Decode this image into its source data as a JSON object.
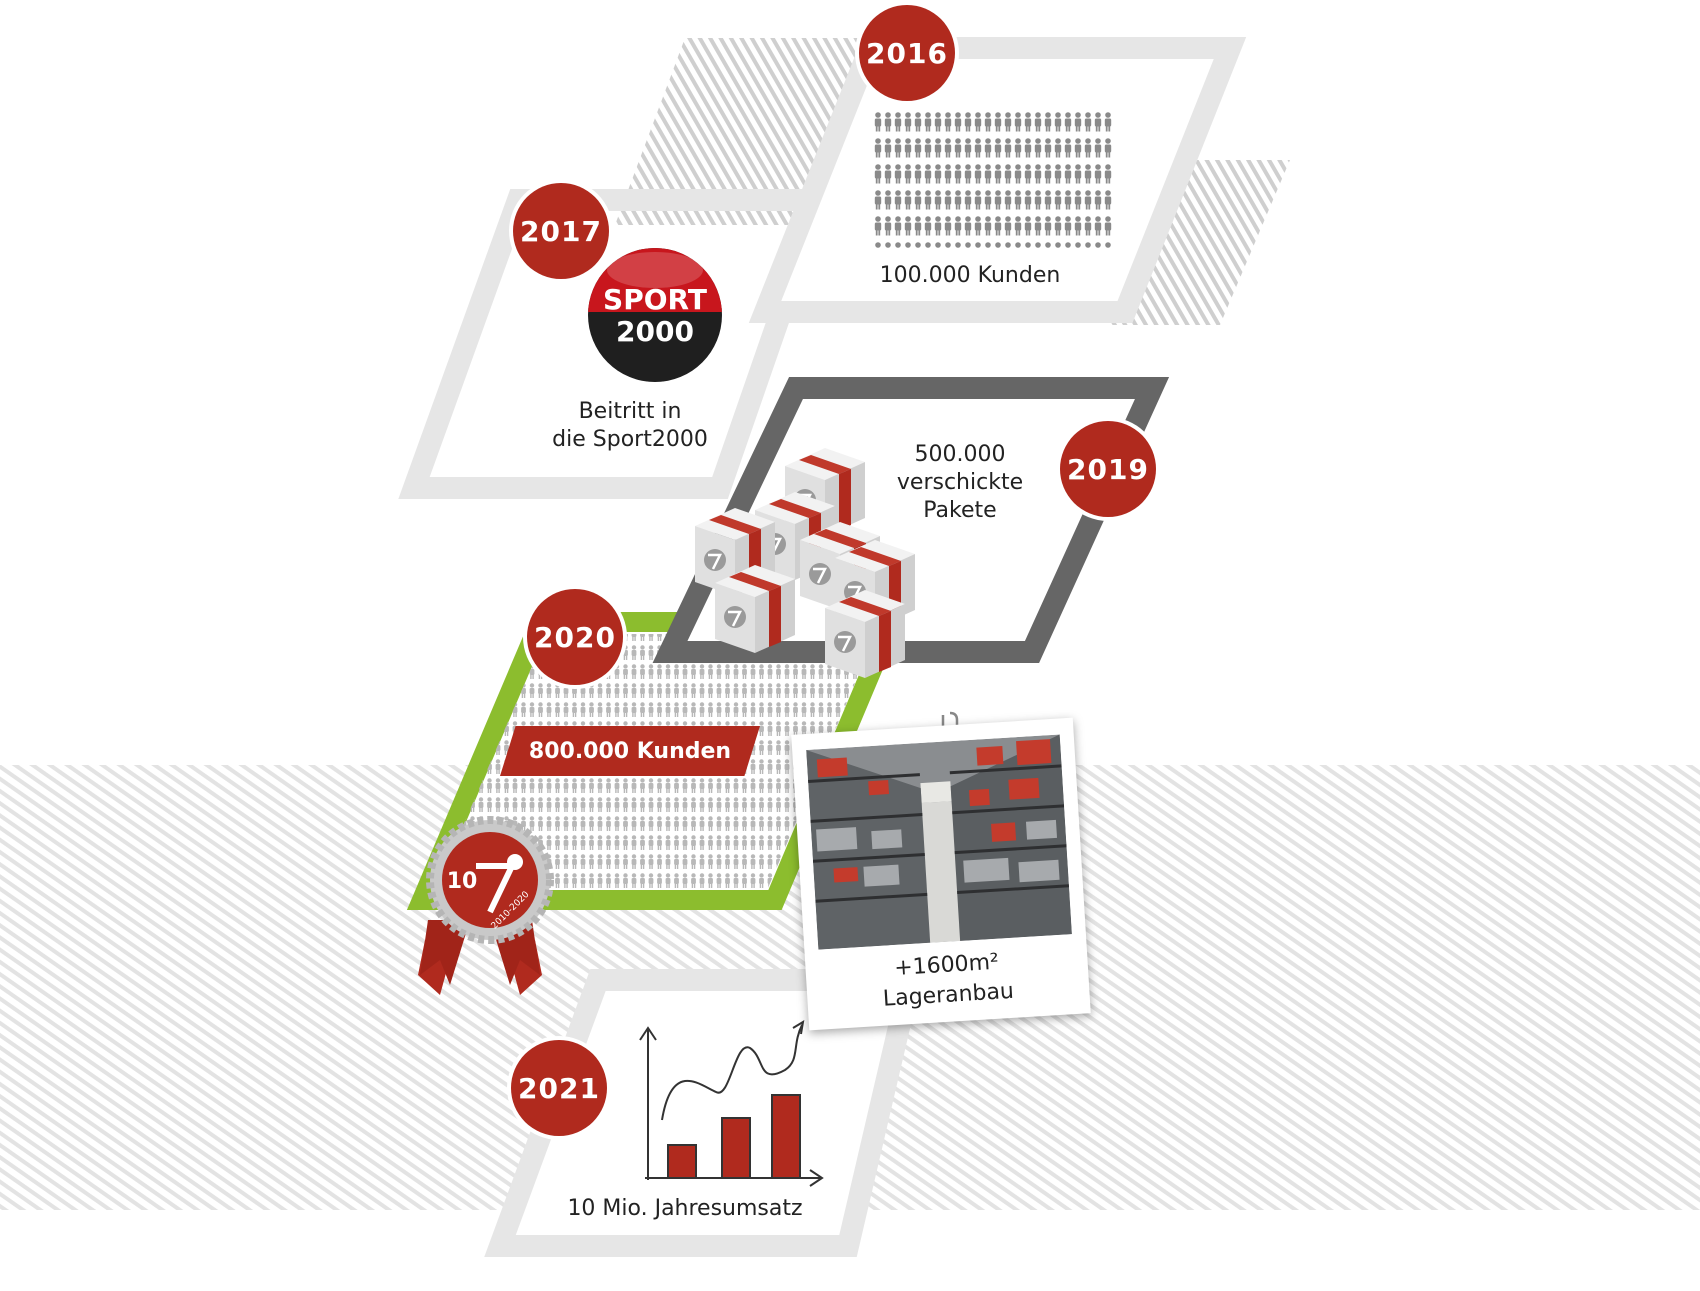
{
  "milestones": {
    "m2016": {
      "year": "2016",
      "text": "100.000 Kunden"
    },
    "m2017": {
      "year": "2017",
      "line1": "Beitritt in",
      "line2": "die Sport2000"
    },
    "m2019": {
      "year": "2019",
      "line1": "500.000",
      "line2": "verschickte",
      "line3": "Pakete"
    },
    "m2020": {
      "year": "2020",
      "banner": "800.000 Kunden"
    },
    "warehouse": {
      "line1": "+1600m²",
      "line2": "Lageranbau"
    },
    "m2021": {
      "year": "2021",
      "text": "10 Mio. Jahresumsatz"
    }
  },
  "logo": {
    "line1": "SPORT",
    "line2": "2000"
  },
  "anniversary_seal": {
    "number": "10",
    "years": "2010-2020"
  },
  "colors": {
    "brand_red": "#b02a1e",
    "green": "#8cbd2e",
    "dark_gray": "#666666",
    "light_gray": "#e6e6e6",
    "icon_gray": "#8a8a8a"
  }
}
